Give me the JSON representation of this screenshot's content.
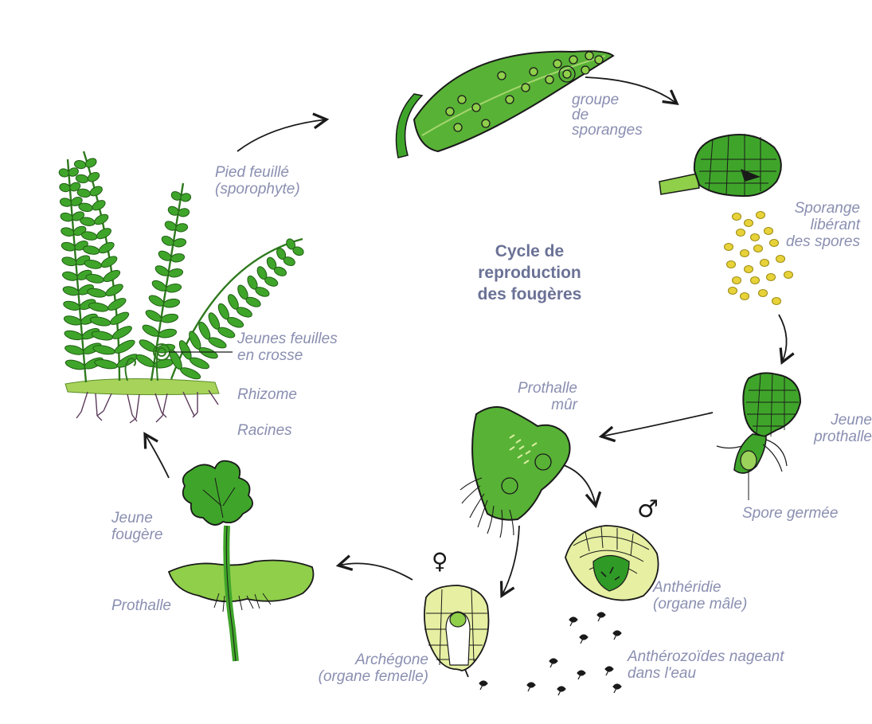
{
  "title": {
    "line1": "Cycle de",
    "line2": "reproduction",
    "line3": "des fougères"
  },
  "labels": {
    "pied_feuille": {
      "line1": "Pied feuillé",
      "line2": "(sporophyte)"
    },
    "groupe_sporanges": {
      "line1": "groupe",
      "line2": "de",
      "line3": "sporanges"
    },
    "sporange": {
      "line1": "Sporange",
      "line2": "libérant",
      "line3": "des spores"
    },
    "jeunes_feuilles": {
      "line1": "Jeunes feuilles",
      "line2": "en crosse"
    },
    "rhizome": "Rhizome",
    "racines": "Racines",
    "prothalle_mur": {
      "line1": "Prothalle",
      "line2": "mûr"
    },
    "jeune_prothalle": {
      "line1": "Jeune",
      "line2": "prothalle"
    },
    "spore_germee": "Spore germée",
    "jeune_fougere": {
      "line1": "Jeune",
      "line2": "fougère"
    },
    "prothalle": "Prothalle",
    "antheridie": {
      "line1": "Anthéridie",
      "line2": "(organe mâle)"
    },
    "archegone": {
      "line1": "Archégone",
      "line2": "(organe femelle)"
    },
    "antherozoides": {
      "line1": "Anthérozoïdes nageant",
      "line2": "dans l'eau"
    },
    "male_symbol": "♂",
    "female_symbol": "♀"
  },
  "colors": {
    "leaf_green": "#3fa52a",
    "light_green": "#8fcf4a",
    "pale_yellow_green": "#e6efa2",
    "spore_yellow": "#e8d23a",
    "ink": "#1a1a1a",
    "label_text": "#8a8fb1",
    "title_text": "#6b7296"
  }
}
